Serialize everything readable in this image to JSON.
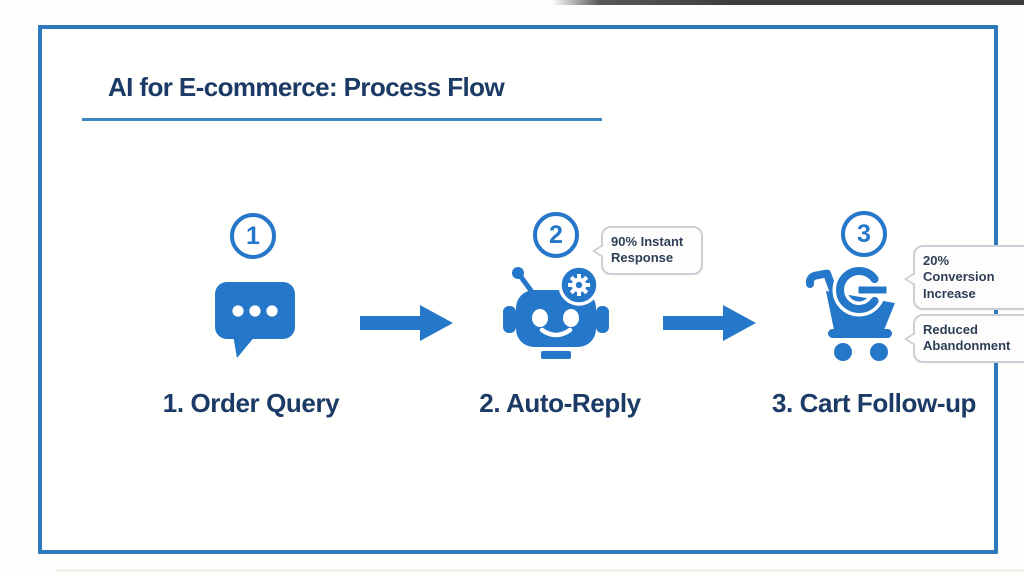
{
  "title": "AI for E-commerce: Process Flow",
  "steps": [
    {
      "number": "1",
      "label": "1. Order Query",
      "icon": "chat-bubble-icon",
      "callouts": []
    },
    {
      "number": "2",
      "label": "2. Auto-Reply",
      "icon": "robot-gear-icon",
      "callouts": [
        "90% Instant Response"
      ]
    },
    {
      "number": "3",
      "label": "3. Cart Follow-up",
      "icon": "cart-refresh-icon",
      "callouts": [
        "20% Conversion Increase",
        "Reduced Abandonment"
      ]
    }
  ],
  "colors": {
    "accent_blue": "#2577c9",
    "frame_border_blue": "#2e78bc",
    "underline_blue": "#3f86c4",
    "heading_navy": "#1b3a66",
    "callout_border_gray": "#cbd0d6"
  }
}
